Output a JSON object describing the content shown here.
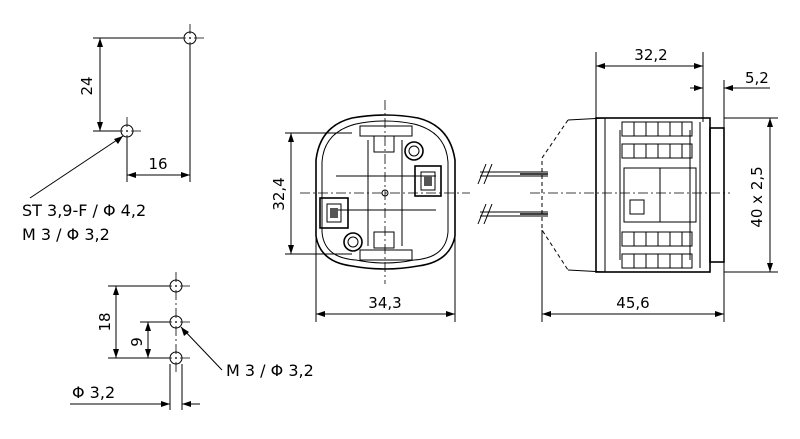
{
  "view1": {
    "dim_vertical": "24",
    "dim_horizontal": "16",
    "callout_line1": "ST 3,9-F / Φ 4,2",
    "callout_line2": "M 3 / Φ 3,2"
  },
  "view2": {
    "dim_vertical": "18",
    "dim_vertical_half": "9",
    "dim_diameter": "Φ 3,2",
    "callout": "M 3 / Φ 3,2"
  },
  "front_view": {
    "dim_height": "32,4",
    "dim_width": "34,3"
  },
  "side_view": {
    "dim_top": "32,2",
    "dim_top_right": "5,2",
    "dim_right": "40 x 2,5",
    "dim_bottom": "45,6"
  }
}
